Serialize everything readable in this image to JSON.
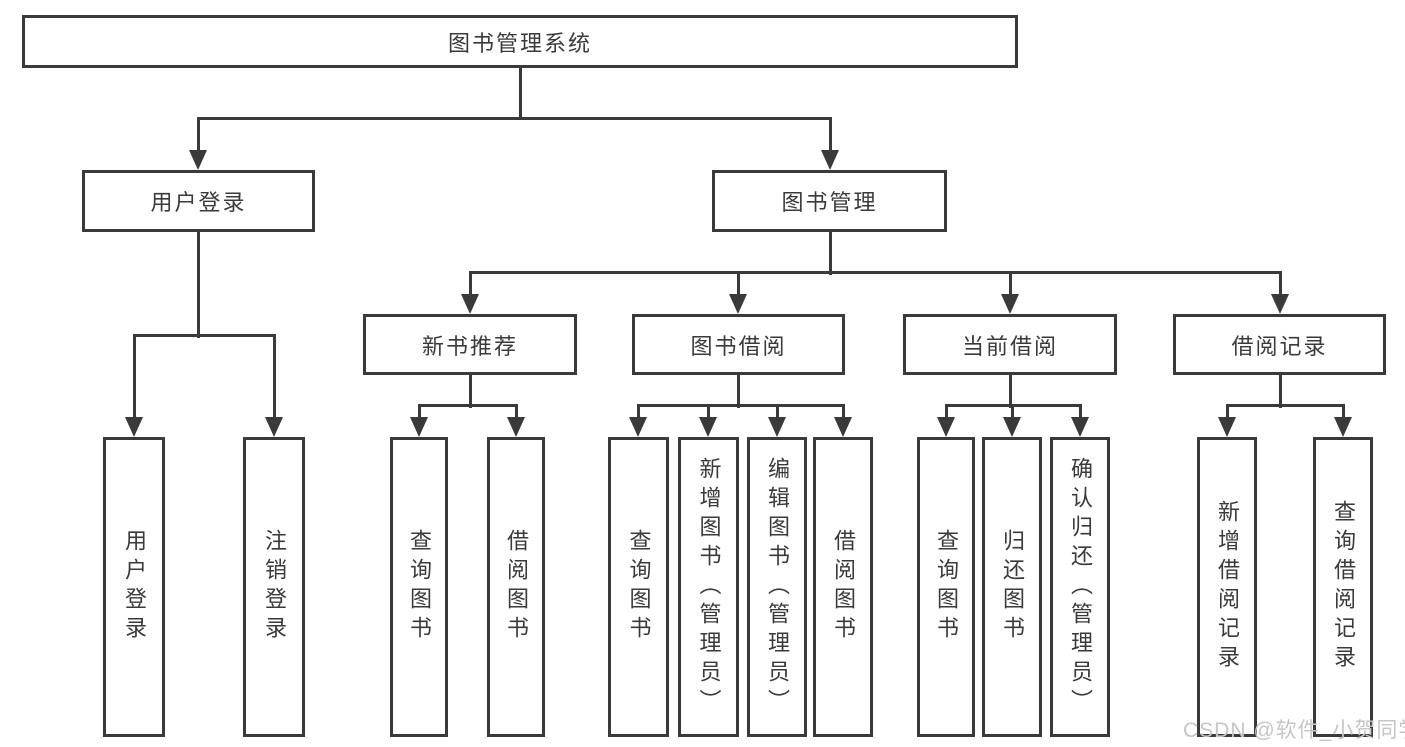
{
  "colors": {
    "line": "#3a3a3a",
    "text": "#3a3a3a",
    "watermark": "#c6c6c6"
  },
  "watermark": {
    "text": "CSDN @软件_小贺同学"
  },
  "diagram": {
    "root": {
      "label": "图书管理系统"
    },
    "branches": [
      {
        "label": "用户登录",
        "children": [
          {
            "label": "用户登录"
          },
          {
            "label": "注销登录"
          }
        ]
      },
      {
        "label": "图书管理",
        "children": [
          {
            "label": "新书推荐",
            "children": [
              {
                "label": "查询图书"
              },
              {
                "label": "借阅图书"
              }
            ]
          },
          {
            "label": "图书借阅",
            "children": [
              {
                "label": "查询图书"
              },
              {
                "label": "新增图书（管理员）"
              },
              {
                "label": "编辑图书（管理员）"
              },
              {
                "label": "借阅图书"
              }
            ]
          },
          {
            "label": "当前借阅",
            "children": [
              {
                "label": "查询图书"
              },
              {
                "label": "归还图书"
              },
              {
                "label": "确认归还（管理员）"
              }
            ]
          },
          {
            "label": "借阅记录",
            "children": [
              {
                "label": "新增借阅记录"
              },
              {
                "label": "查询借阅记录"
              }
            ]
          }
        ]
      }
    ]
  }
}
